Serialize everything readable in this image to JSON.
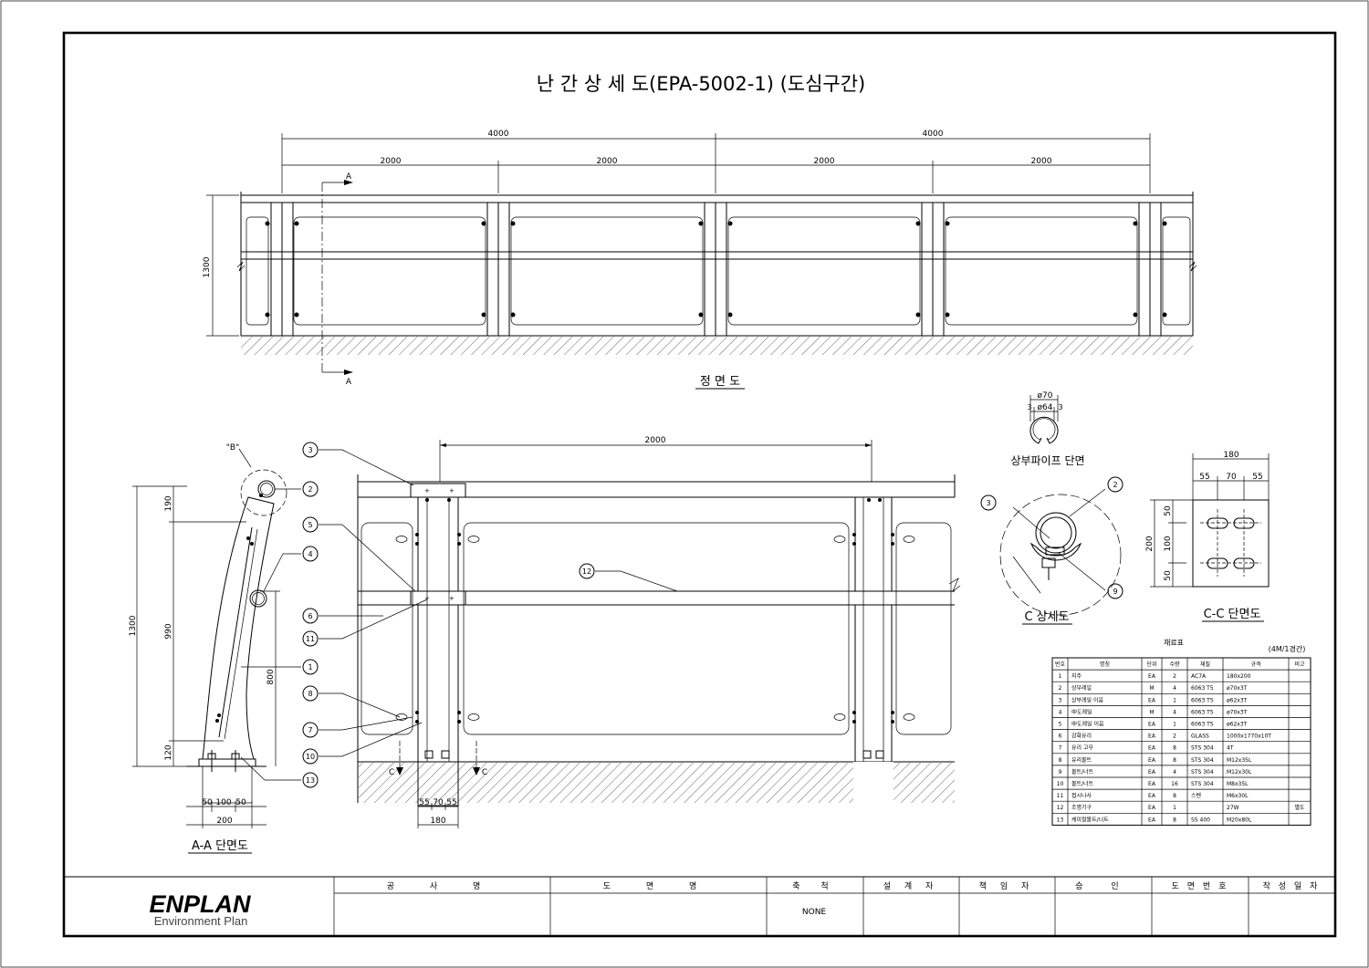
{
  "title": "난 간 상 세 도(EPA-5002-1) (도심구간)",
  "front_view": {
    "label": "정 면 도",
    "dim_total": [
      "4000",
      "4000"
    ],
    "dim_spans": [
      "2000",
      "2000",
      "2000",
      "2000"
    ],
    "height": "1300",
    "section_mark": "A"
  },
  "section_aa": {
    "label": "A-A 단면도",
    "detail_ref": "\"B\"",
    "dims_left": [
      "190",
      "990",
      "120"
    ],
    "dim_total": "1300",
    "dim_mid": "800",
    "dims_base": [
      "50",
      "100",
      "50"
    ],
    "dim_base_total": "200"
  },
  "middle_view": {
    "dim_span": "2000",
    "dims_base": [
      "55",
      "70",
      "55"
    ],
    "dim_base_total": "180",
    "section_mark": "C"
  },
  "pipe_section": {
    "label": "상부파이프 단면",
    "outer": "ø70",
    "inner": "ø64",
    "wall": "3"
  },
  "detail_c": {
    "label": "C 상세도"
  },
  "section_cc": {
    "label": "C-C 단면도",
    "dim_total": "180",
    "dims_w": [
      "55",
      "70",
      "55"
    ],
    "dim_h": "200",
    "dims_h": [
      "50",
      "100",
      "50"
    ]
  },
  "callouts": [
    "3",
    "2",
    "5",
    "4",
    "6",
    "11",
    "1",
    "8",
    "7",
    "10",
    "13",
    "12",
    "3",
    "2",
    "9"
  ],
  "material_table": {
    "title": "재료표",
    "unit": "(4M/1경간)",
    "headers": [
      "번호",
      "명칭",
      "단위",
      "수량",
      "재질",
      "규격",
      "비고"
    ],
    "rows": [
      [
        "1",
        "지주",
        "EA",
        "2",
        "AC7A",
        "180x200",
        ""
      ],
      [
        "2",
        "상부레일",
        "M",
        "4",
        "6063 T5",
        "ø70x3T",
        ""
      ],
      [
        "3",
        "상부레일 이음",
        "EA",
        "1",
        "6063 T5",
        "ø62x3T",
        ""
      ],
      [
        "4",
        "中도레일",
        "M",
        "4",
        "6063 T5",
        "ø70x3T",
        ""
      ],
      [
        "5",
        "中도레일 이음",
        "EA",
        "1",
        "6063 T5",
        "ø62x3T",
        ""
      ],
      [
        "6",
        "강화유리",
        "EA",
        "2",
        "GLASS",
        "1000x1770x10T",
        ""
      ],
      [
        "7",
        "유리 고무",
        "EA",
        "8",
        "STS 304",
        "4T",
        ""
      ],
      [
        "8",
        "유리볼트",
        "EA",
        "8",
        "STS 304",
        "M12x35L",
        ""
      ],
      [
        "9",
        "볼트/너트",
        "EA",
        "4",
        "STS 304",
        "M12x30L",
        ""
      ],
      [
        "10",
        "볼트/너트",
        "EA",
        "16",
        "STS 304",
        "M8x35L",
        ""
      ],
      [
        "11",
        "접시나사",
        "EA",
        "8",
        "스텐",
        "M6x30L",
        ""
      ],
      [
        "12",
        "조명기구",
        "EA",
        "1",
        "",
        "27W",
        "별도"
      ],
      [
        "13",
        "케미컬볼트/너트",
        "EA",
        "8",
        "SS 400",
        "M20x80L",
        ""
      ]
    ]
  },
  "title_block": {
    "company": "ENPLAN",
    "company_sub": "Environment Plan",
    "headers": [
      "공 사 명",
      "도 면 명",
      "축 척",
      "설 계 자",
      "책 임 자",
      "승 인",
      "도 면 번 호",
      "작 성 일 자"
    ],
    "scale": "NONE"
  }
}
